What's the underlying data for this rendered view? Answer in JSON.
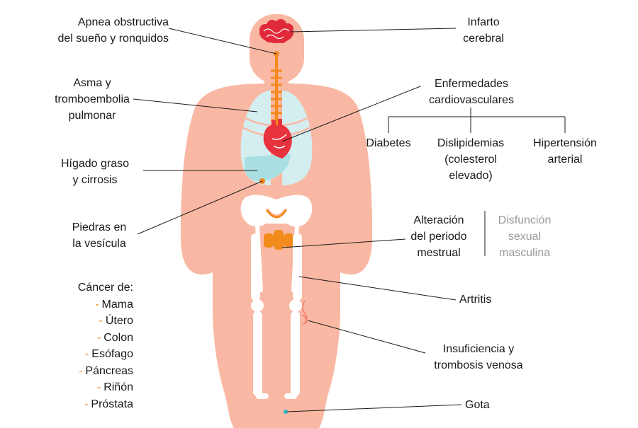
{
  "labels": {
    "apnea": [
      "Apnea obstructiva",
      "del sueño y ronquidos"
    ],
    "infarto": [
      "Infarto",
      "cerebral"
    ],
    "asma": [
      "Asma y",
      "tromboembolia",
      "pulmonar"
    ],
    "cardio": [
      "Enfermedades",
      "cardiovasculares"
    ],
    "diabetes": [
      "Diabetes"
    ],
    "dislipidemias": [
      "Dislipidemias",
      "(colesterol",
      "elevado)"
    ],
    "hipertension": [
      "Hipertensión",
      "arterial"
    ],
    "higado": [
      "Hígado graso",
      "y cirrosis"
    ],
    "piedras": [
      "Piedras en",
      "la vesícula"
    ],
    "alteracion": [
      "Alteración",
      "del periodo",
      "mestrual"
    ],
    "disfuncion": [
      "Disfunción",
      "sexual",
      "masculina"
    ],
    "artritis": [
      "Artritis"
    ],
    "insuficiencia": [
      "Insuficiencia y",
      "trombosis venosa"
    ],
    "gota": [
      "Gota"
    ]
  },
  "cancer": {
    "title": "Cáncer de:",
    "bullet": "-",
    "items": [
      "Mama",
      "Útero",
      "Colon",
      "Esófago",
      "Páncreas",
      "Riñón",
      "Próstata"
    ]
  },
  "colors": {
    "body": "#f9b8a3",
    "lung": "#d4eef0",
    "liver": "#a9dfe2",
    "heart": "#e8323d",
    "brain": "#e02a3a",
    "organ_orange": "#f28a1c",
    "bone": "#ffffff",
    "line": "#1a1a1a",
    "gota_dot": "#2bb6c6",
    "muted": "#9a9a9a"
  }
}
